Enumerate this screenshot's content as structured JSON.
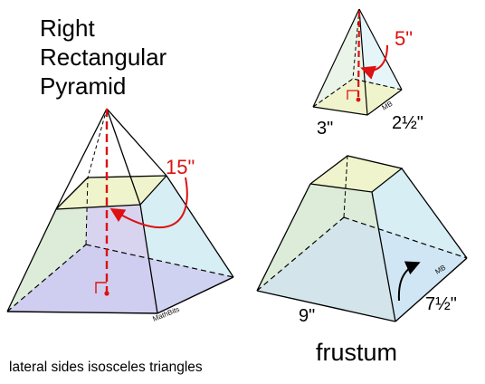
{
  "title": {
    "line1": "Right",
    "line2": "Rectangular",
    "line3": "Pyramid"
  },
  "big_pyramid": {
    "height_label": "15\"",
    "watermark": "MathBits"
  },
  "small_pyramid": {
    "height_label": "5\"",
    "width_label": "3\"",
    "depth_label": "2½\"",
    "watermark": "MB"
  },
  "frustum": {
    "name_label": "frustum",
    "width_label": "9\"",
    "depth_label": "7½\"",
    "watermark": "MB"
  },
  "caption": "lateral sides isosceles triangles",
  "colors": {
    "face_front": "#d8d4f0",
    "face_left": "#dcecd8",
    "face_right": "#d6eef4",
    "face_top": "#f0f4cc",
    "accent": "#dd1111"
  }
}
